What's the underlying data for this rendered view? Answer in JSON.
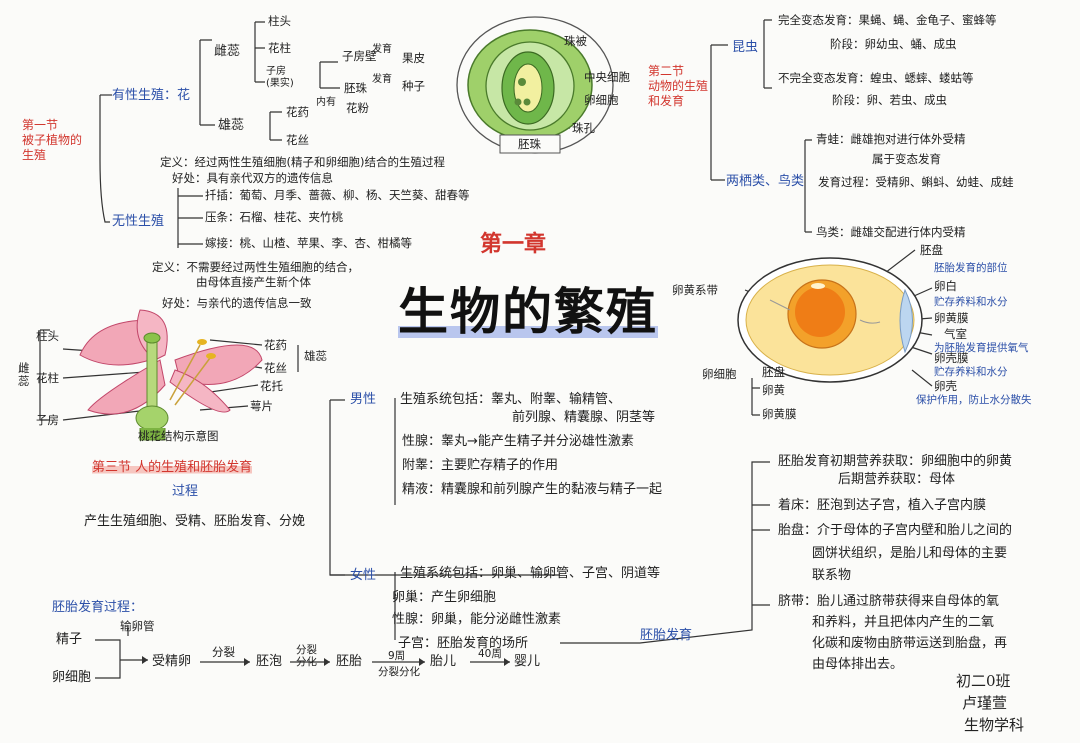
{
  "title": "生物的繁殖",
  "chapter": "第一章",
  "section1": {
    "label": "第一节\n被子植物的\n生殖",
    "sexual": "有性生殖：花",
    "pistil": "雌蕊",
    "stigma": "柱头",
    "style": "花柱",
    "ovary": "子房\n(果实)",
    "ovary_wall": "子房壁",
    "develop1": "发育",
    "fruit_skin": "果皮",
    "ovule": "胚珠",
    "develop2": "发育",
    "seed": "种子",
    "stamen": "雄蕊",
    "anther": "花药",
    "inside": "内有",
    "pollen": "花粉",
    "filament": "花丝",
    "def_sexual": "定义：经过两性生殖细胞(精子和卵细胞)结合的生殖过程",
    "benefit_sexual": "好处：具有亲代双方的遗传信息",
    "asexual": "无性生殖",
    "cutting": "扦插：葡萄、月季、蔷薇、柳、杨、天竺葵、甜春等",
    "layering": "压条：石榴、桂花、夹竹桃",
    "grafting": "嫁接：桃、山楂、苹果、李、杏、柑橘等",
    "def_asexual": "定义：不需要经过两性生殖细胞的结合，",
    "def_asexual2": "由母体直接产生新个体",
    "benefit_asexual": "好处：与亲代的遗传信息一致"
  },
  "ovule_diagram": {
    "integument": "珠被",
    "central_cell": "中央细胞",
    "egg_cell": "卵细胞",
    "micropyle": "珠孔",
    "ovule_label": "胚珠"
  },
  "flower_diagram": {
    "stigma": "柱头",
    "style": "花柱",
    "pistil": "雌\n蕊",
    "ovary": "子房",
    "anther": "花药",
    "filament": "花丝",
    "stamen": "雄蕊",
    "nectary": "花托",
    "petal": "萼片",
    "caption": "桃花结构示意图"
  },
  "section2": {
    "label": "第二节\n动物的生殖\n和发育",
    "insect": "昆虫",
    "complete": "完全变态发育：果蝇、蝇、金龟子、蜜蜂等",
    "complete_stage": "阶段：卵幼虫、蛹、成虫",
    "incomplete": "不完全变态发育：蝗虫、蟋蟀、蝼蛄等",
    "incomplete_stage": "阶段：卵、若虫、成虫",
    "amph_bird": "两栖类、鸟类",
    "frog": "青蛙：雌雄抱对进行体外受精",
    "frog2": "属于变态发育",
    "frog_process": "发育过程：受精卵、蝌蚪、幼蛙、成蛙",
    "bird": "鸟类：雌雄交配进行体内受精"
  },
  "egg_diagram": {
    "chalaza": "卵黄系带",
    "blastodisc": "胚盘",
    "blastodisc_note": "胚胎发育的部位",
    "albumen": "卵白",
    "albumen_note": "贮存养料和水分",
    "yolk_membrane": "卵黄膜",
    "air_cell": "气室",
    "air_cell_note": "为胚胎发育提供氧气",
    "shell_membrane": "卵壳膜",
    "shell_membrane_note": "贮存养料和水分",
    "shell": "卵壳",
    "shell_note": "保护作用，防止水分散失",
    "egg_cell": "卵细胞",
    "egg_cell_1": "胚盘",
    "egg_cell_2": "卵黄",
    "egg_cell_3": "卵黄膜"
  },
  "section3": {
    "label": "第三节 人的生殖和胚胎发育",
    "process_label": "过程",
    "process": "产生生殖细胞、受精、胚胎发育、分娩",
    "male": "男性",
    "male_sys": "生殖系统包括：睾丸、附睾、输精管、",
    "male_sys2": "前列腺、精囊腺、阴茎等",
    "gonad_m": "性腺：睾丸→能产生精子并分泌雄性激素",
    "epididymis": "附睾：主要贮存精子的作用",
    "semen": "精液：精囊腺和前列腺产生的黏液与精子一起",
    "female": "女性",
    "female_sys": "生殖系统包括：卵巢、输卵管、子宫、阴道等",
    "ovary": "卵巢：产生卵细胞",
    "gonad_f": "性腺：卵巢，能分泌雌性激素",
    "uterus": "子宫：胚胎发育的场所",
    "embryo_dev": "胚胎发育",
    "nutrition": "胚胎发育初期营养获取：卵细胞中的卵黄",
    "nutrition2": "后期营养获取：母体",
    "implant": "着床：胚泡到达子宫，植入子宫内膜",
    "placenta": "胎盘：介于母体的子宫内壁和胎儿之间的",
    "placenta2": "圆饼状组织，是胎儿和母体的主要",
    "placenta3": "联系物",
    "cord": "脐带：胎儿通过脐带获得来自母体的氧",
    "cord2": "和养料，并且把体内产生的二氧",
    "cord3": "化碳和废物由脐带运送到胎盘，再",
    "cord4": "由母体排出去。"
  },
  "embryo_process": {
    "title": "胚胎发育过程：",
    "sperm": "精子",
    "egg": "卵细胞",
    "tube": "输卵管",
    "zygote": "受精卵",
    "divide": "分裂",
    "blastocyst": "胚泡",
    "divide_diff": "分裂\n分化",
    "embryo": "胚胎",
    "week9": "9周",
    "divide_diff2": "分裂分化",
    "fetus": "胎儿",
    "week40": "40周",
    "baby": "婴儿"
  },
  "signature": {
    "class": "初二0班",
    "name": "卢瑾萱",
    "subject": "生物学科"
  },
  "colors": {
    "accent_red": "#d2362e",
    "accent_blue": "#2b4fa8",
    "title_highlight": "#b9c6ee"
  }
}
